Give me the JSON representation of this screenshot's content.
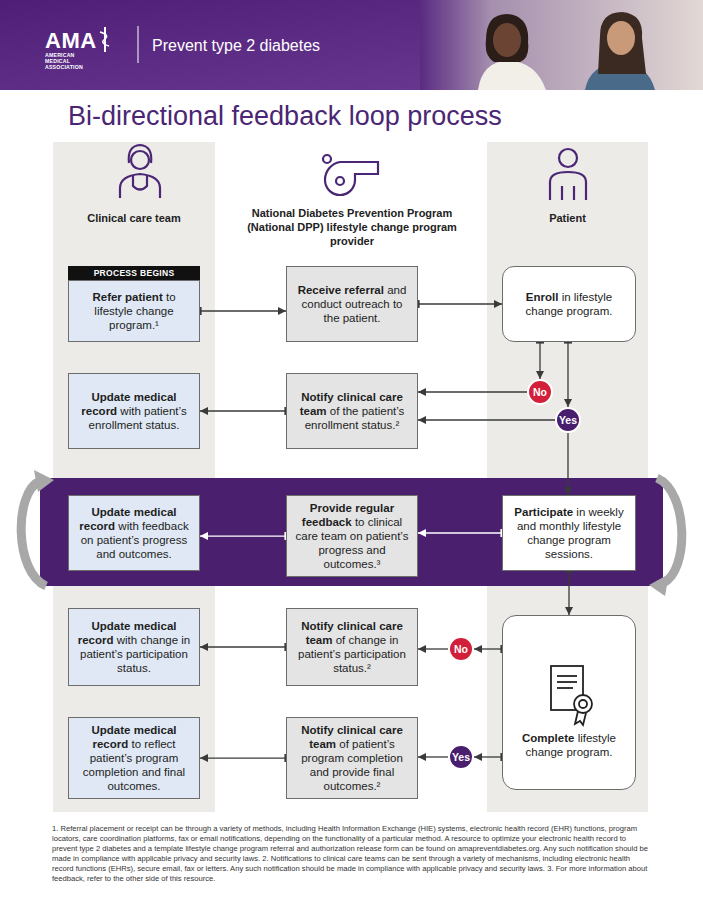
{
  "diagram": {
    "title": "Bi-directional feedback loop process",
    "nodes": [
      {
        "text": [
          "AMA",
          "AMERICAN MEDICAL ASSOCIATION",
          "Prevent type 2 diabetes"
        ]
      },
      {
        "text": [
          "PROCESS BEGINS"
        ]
      },
      {
        "text": [
          "Refer patient",
          "to lifestyle change program.¹"
        ]
      },
      {
        "text": [
          "Receive referral",
          "and conduct outreach to the patient."
        ]
      },
      {
        "text": [
          "Enroll",
          "in lifestyle change program."
        ]
      },
      {
        "text": [
          "Update medical record",
          "with patient’s enrollment status."
        ]
      },
      {
        "text": [
          "Notify clinical care team",
          "of the patient’s enrollment status.²"
        ]
      },
      {
        "text": [
          "No"
        ]
      },
      {
        "text": [
          "Yes"
        ]
      },
      {
        "text": [
          "Update medical record",
          "with feedback on patient’s progress and outcomes."
        ]
      },
      {
        "text": [
          "Provide regular feedback",
          "to clinical care team on patient’s progress and outcomes.³"
        ]
      },
      {
        "text": [
          "Participate",
          "in weekly and monthly lifestyle change program sessions."
        ]
      },
      {
        "text": [
          "Update medical record",
          "with change in patient’s participation status."
        ]
      },
      {
        "text": [
          "Notify clinical care team",
          "of change in patient’s participation status.²"
        ]
      },
      {
        "text": [
          "No"
        ]
      },
      {
        "text": [
          "Complete",
          "lifestyle change program."
        ]
      },
      {
        "text": [
          "Update medical record",
          "to reflect patient’s program completion and final outcomes."
        ]
      },
      {
        "text": [
          "Notify clinical care team",
          "of patient’s program completion and provide final outcomes.²"
        ]
      },
      {
        "text": [
          "Yes"
        ]
      }
    ],
    "edges": [
      {
        "from": 2,
        "to": 3,
        "arrow": "to"
      },
      {
        "from": 3,
        "to": 4,
        "arrow": "to"
      },
      {
        "from": 4,
        "to": 7,
        "arrow": "to"
      },
      {
        "from": 4,
        "to": 8,
        "arrow": "to"
      },
      {
        "from": 7,
        "to": 6,
        "arrow": "to"
      },
      {
        "from": 8,
        "to": 6,
        "arrow": "to"
      },
      {
        "from": 6,
        "to": 5,
        "arrow": "to"
      },
      {
        "from": 8,
        "to": 11,
        "arrow": "to"
      },
      {
        "from": 11,
        "to": 10,
        "arrow": "to"
      },
      {
        "from": 10,
        "to": 9,
        "arrow": "to"
      },
      {
        "from": 11,
        "to": 15,
        "arrow": "to"
      },
      {
        "from": 15,
        "to": 14,
        "arrow": "to"
      },
      {
        "from": 14,
        "to": 13,
        "arrow": "to"
      },
      {
        "from": 13,
        "to": 12,
        "arrow": "to"
      },
      {
        "from": 15,
        "to": 18,
        "arrow": "to"
      },
      {
        "from": 18,
        "to": 17,
        "arrow": "to"
      },
      {
        "from": 17,
        "to": 16,
        "arrow": "to"
      }
    ],
    "labels": [
      "Clinical care team",
      "National Diabetes Prevention Program (National DPP) lifestyle change program provider",
      "Patient",
      "1. Referral placement or receipt can be through a variety of methods, including Health Information Exchange (HIE) systems, electronic health record (EHR) functions, program locators, care coordination platforms, fax or email notifications, depending on the functionality of a particular method. A resource to optimize your electronic health record to prevent type 2 diabetes and a template lifestyle change program referral and authorization release form can be found on amapreventdiabetes.org. Any such notification should be made in compliance with applicable privacy and security laws.",
      "2. Notifications to clinical care teams can be sent through a variety of mechanisms, including electronic health record functions (EHRs), secure email, fax or letters. Any such notification should be made in compliance with applicable privacy and security laws.",
      "3. For more information about feedback, refer to the other side of this resource."
    ]
  }
}
